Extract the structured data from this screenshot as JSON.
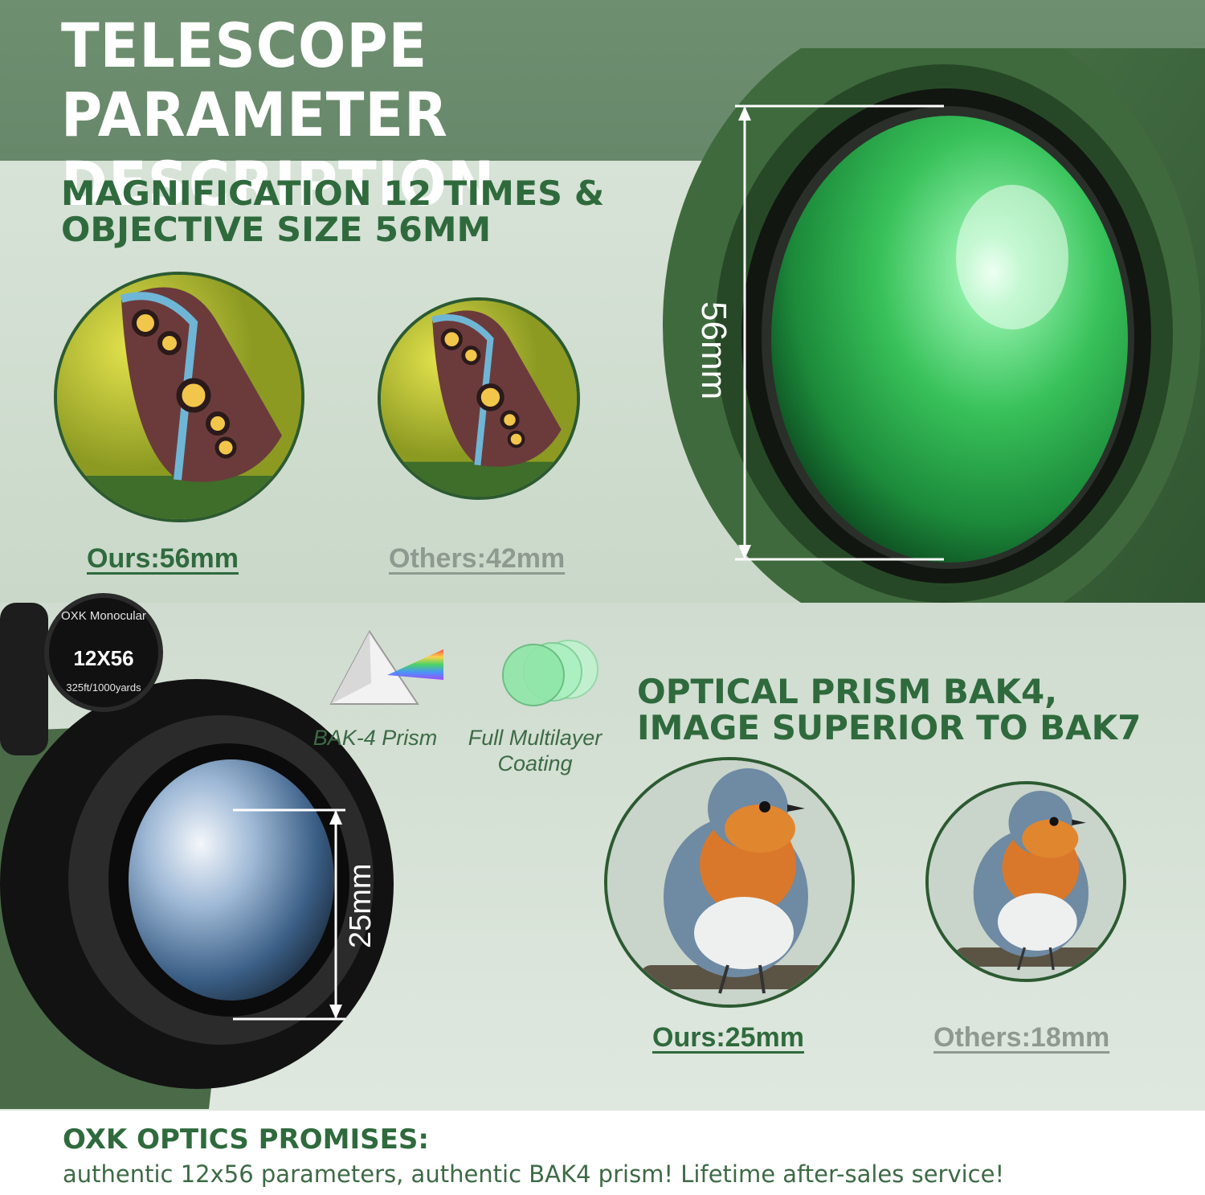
{
  "header": {
    "title": "TELESCOPE PARAMETER\nDESCRIPTION"
  },
  "magnification": {
    "heading": "MAGNIFICATION 12 TIMES &\nOBJECTIVE SIZE 56MM",
    "ours_caption": "Ours:56mm",
    "others_caption": "Others:42mm",
    "dimension_label": "56mm"
  },
  "prism": {
    "heading": "OPTICAL PRISM BAK4,\nIMAGE SUPERIOR TO BAK7",
    "ours_caption": "Ours:25mm",
    "others_caption": "Others:18mm",
    "eyepiece_dimension_label": "25mm",
    "knob_brand": "OXK Monocular",
    "knob_model": "12X56",
    "knob_fov": "325ft/1000yards",
    "features": [
      {
        "label": "BAK-4 Prism",
        "icon": "prism-icon"
      },
      {
        "label": "Full Multilayer\nCoating",
        "icon": "coating-icon"
      }
    ]
  },
  "footer": {
    "title": "OXK OPTICS PROMISES:",
    "text": "authentic 12x56 parameters, authentic BAK4 prism! Lifetime after-sales service!"
  },
  "colors": {
    "brand_green": "#2f6a3d",
    "header_band": "#6e8f70",
    "muted_gray": "#8e9a8f"
  }
}
